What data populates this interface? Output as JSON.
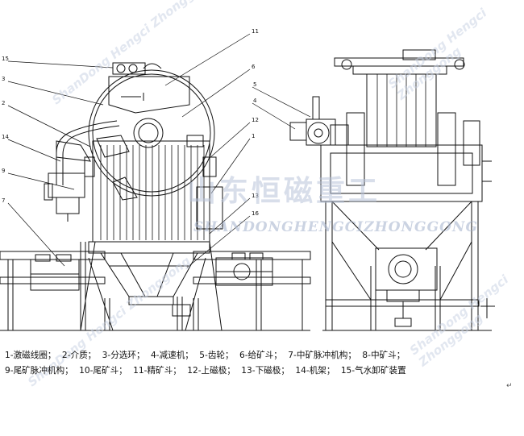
{
  "callouts": {
    "left": [
      "15",
      "3",
      "2",
      "14",
      "9",
      "7"
    ],
    "right_upper": [
      "11",
      "6"
    ],
    "right_mid": [
      "12",
      "1",
      "13",
      "16"
    ],
    "right_view": [
      "5",
      "4"
    ]
  },
  "watermark": {
    "main": "山东恒磁重工",
    "sub": "SHANDONGHENGCIZHONGGONG",
    "corner": "ShanDong Hengci Zhonggong"
  },
  "legend": [
    [
      "1-激磁线圈；",
      "2-介质；",
      "3-分选环；",
      "4-减速机；",
      "5-齿轮；",
      "6-给矿斗；",
      "7-中矿脉冲机构；",
      "8-中矿斗；"
    ],
    [
      "9-尾矿脉冲机构；",
      "10-尾矿斗；",
      "11-精矿斗；",
      "12-上磁极；",
      "13-下磁极；",
      "14-机架；",
      "15-气水卸矿装置"
    ]
  ],
  "paragraph_mark": "↵"
}
